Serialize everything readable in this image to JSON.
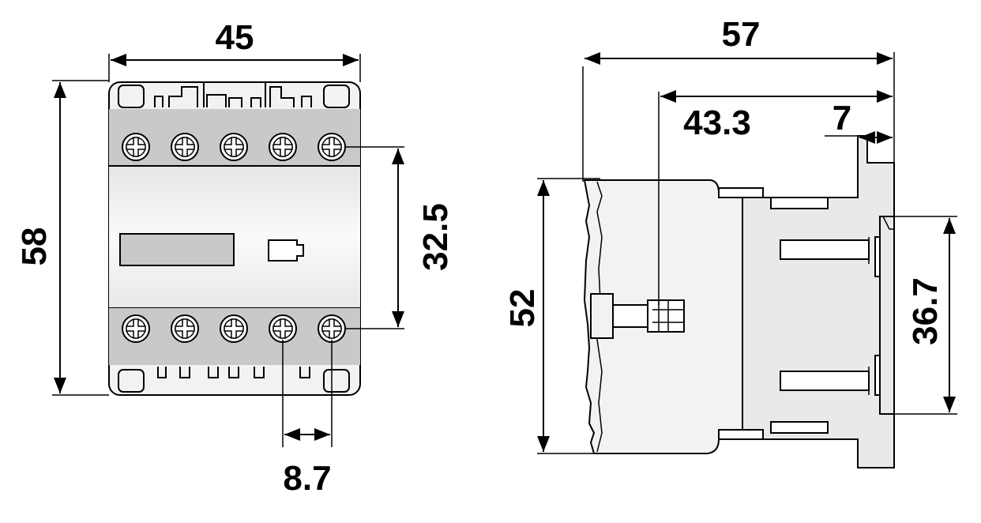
{
  "front_view": {
    "width": "45",
    "height": "58",
    "terminal_spacing_vertical": "32.5",
    "terminal_pitch": "8.7"
  },
  "side_view": {
    "depth": "57",
    "depth_to_adjust": "43.3",
    "rail_offset": "7",
    "height": "52",
    "rail_height": "36.7"
  },
  "colors": {
    "line": "#000000",
    "band": "#c9c9c9",
    "body": "#f2f2f2",
    "background": "#ffffff"
  }
}
